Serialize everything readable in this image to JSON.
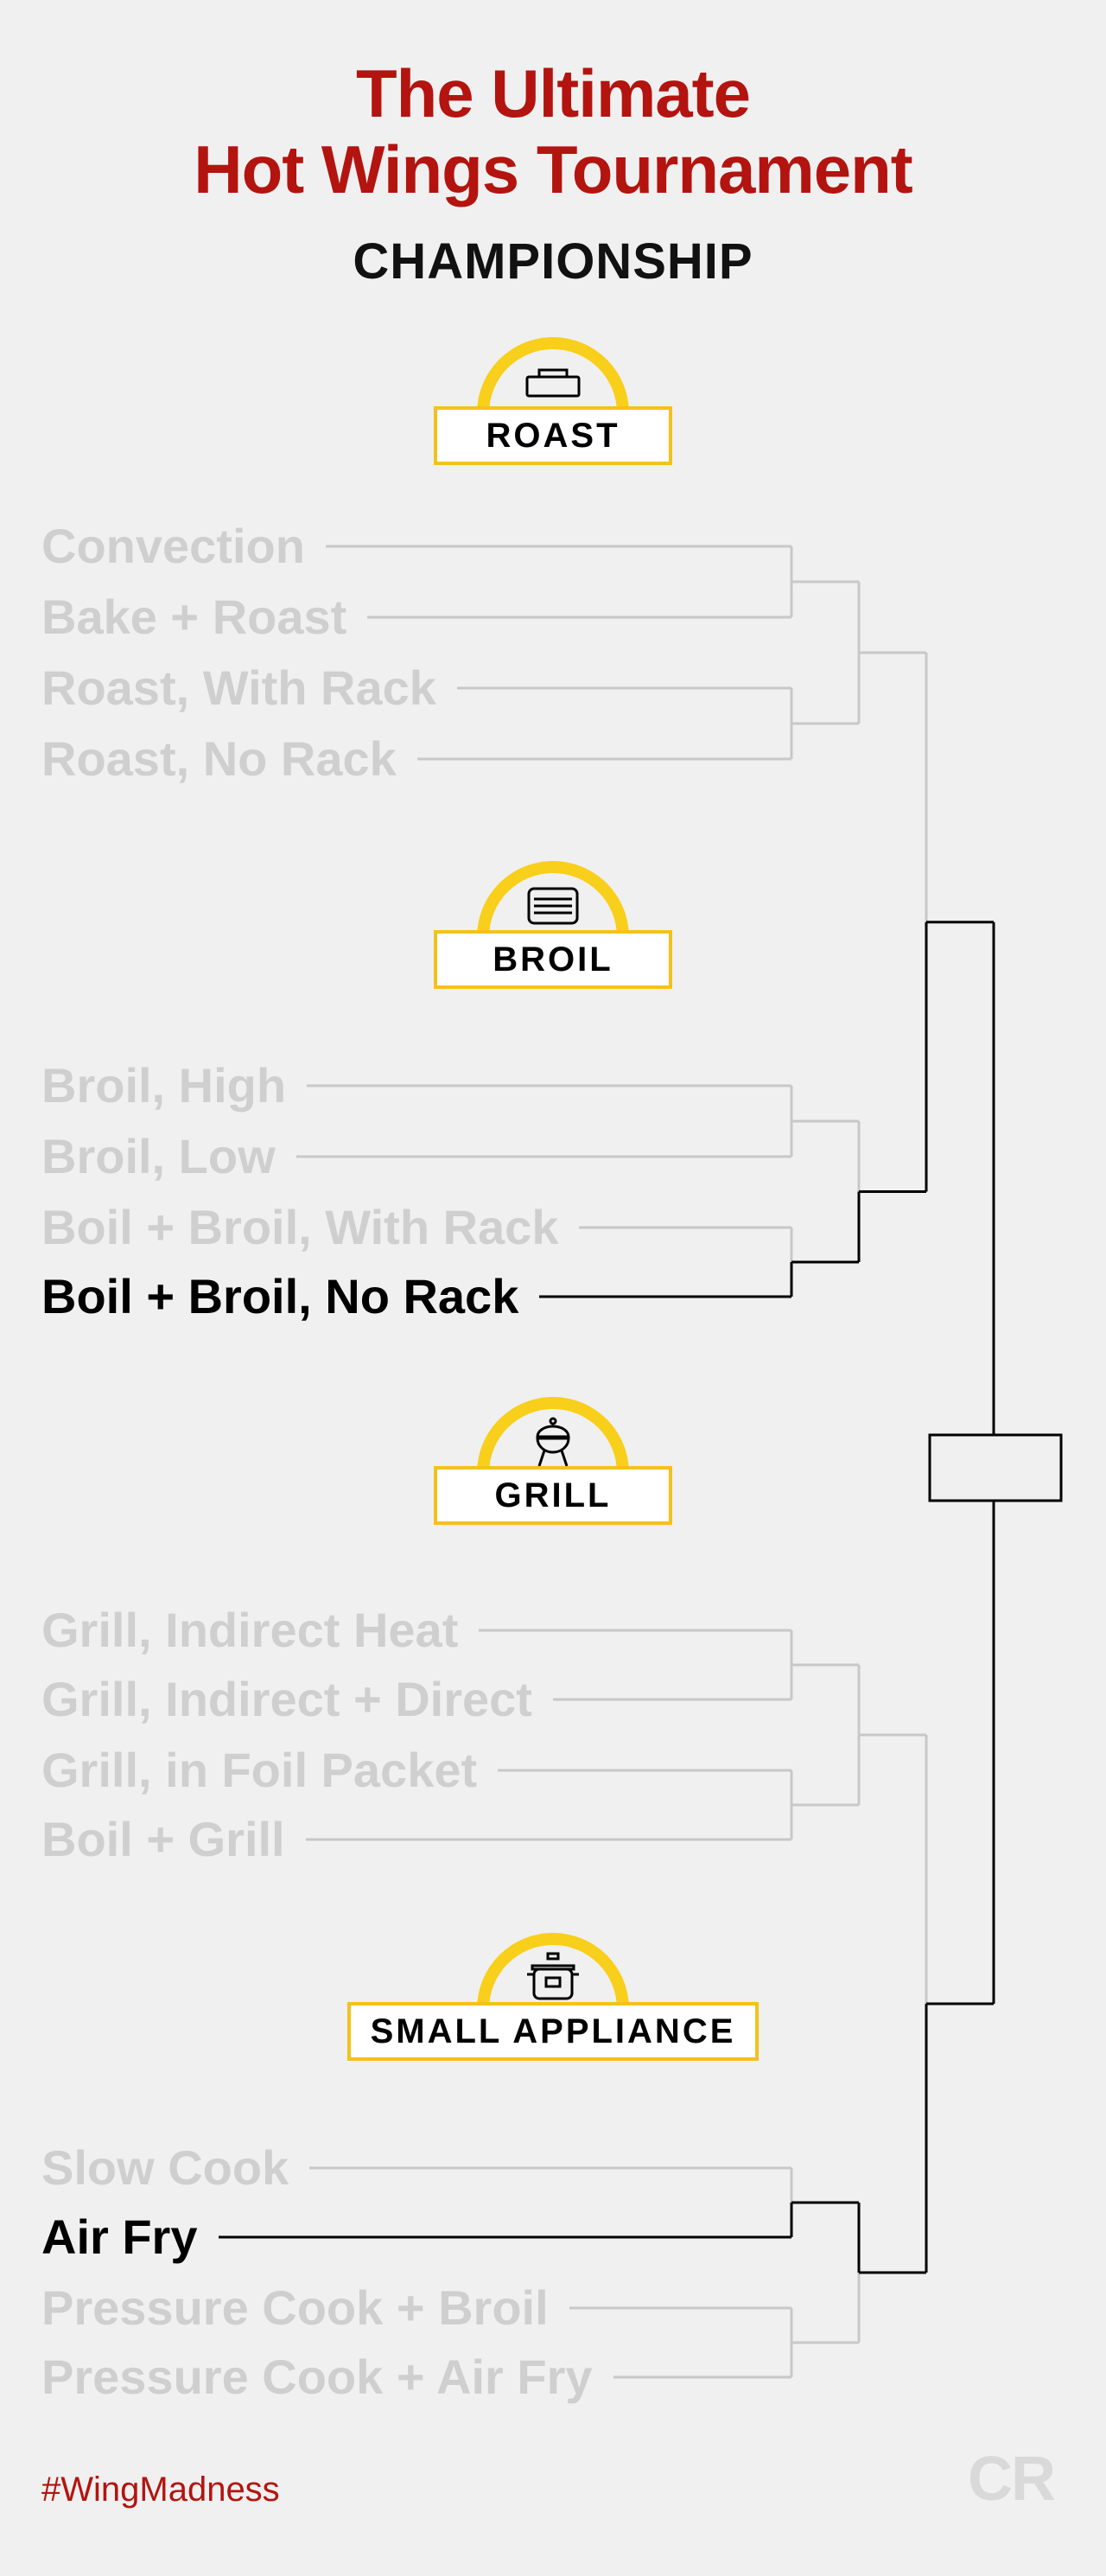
{
  "header": {
    "title_line1": "The Ultimate",
    "title_line2": "Hot Wings Tournament",
    "subtitle": "CHAMPIONSHIP"
  },
  "groups": [
    {
      "id": "roast",
      "badge": "ROAST",
      "icon": "roasting-pan-icon",
      "entries": [
        {
          "label": "Convection",
          "winner": false
        },
        {
          "label": "Bake + Roast",
          "winner": false
        },
        {
          "label": "Roast, With Rack",
          "winner": false
        },
        {
          "label": "Roast, No Rack",
          "winner": false
        }
      ]
    },
    {
      "id": "broil",
      "badge": "BROIL",
      "icon": "broiler-pan-icon",
      "entries": [
        {
          "label": "Broil, High",
          "winner": false
        },
        {
          "label": "Broil, Low",
          "winner": false
        },
        {
          "label": "Boil + Broil, With Rack",
          "winner": false
        },
        {
          "label": "Boil + Broil, No Rack",
          "winner": true
        }
      ]
    },
    {
      "id": "grill",
      "badge": "GRILL",
      "icon": "kettle-grill-icon",
      "entries": [
        {
          "label": "Grill, Indirect Heat",
          "winner": false
        },
        {
          "label": "Grill, Indirect + Direct",
          "winner": false
        },
        {
          "label": "Grill, in Foil Packet",
          "winner": false
        },
        {
          "label": "Boil + Grill",
          "winner": false
        }
      ]
    },
    {
      "id": "small-appliance",
      "badge": "SMALL APPLIANCE",
      "icon": "pressure-cooker-icon",
      "entries": [
        {
          "label": "Slow Cook",
          "winner": false
        },
        {
          "label": "Air Fry",
          "winner": true
        },
        {
          "label": "Pressure Cook + Broil",
          "winner": false
        },
        {
          "label": "Pressure Cook + Air Fry",
          "winner": false
        }
      ]
    }
  ],
  "footer": {
    "hashtag": "#WingMadness",
    "logo": "CR"
  },
  "colors": {
    "title": "#b3140f",
    "badge_border": "#f4c21a",
    "dome": "#f8cf1a",
    "loser_text": "#cfcfcf",
    "loser_line": "#c8c8c8",
    "winner": "#000000",
    "background": "#f0f0f0"
  }
}
